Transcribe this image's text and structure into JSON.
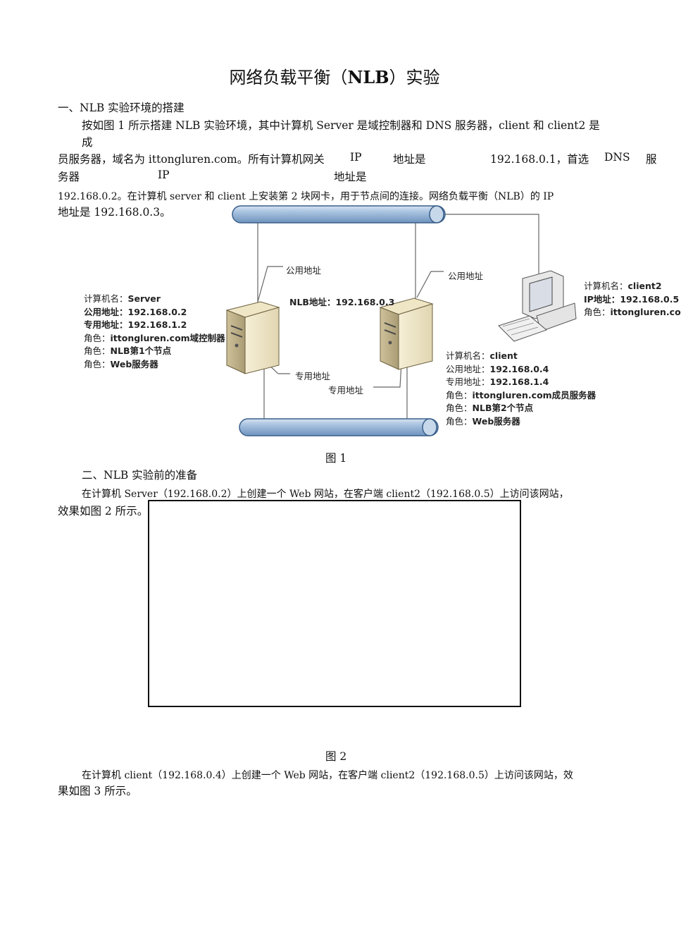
{
  "doc": {
    "title_prefix": "网络负载平衡（",
    "title_bold": "NLB",
    "title_suffix": "）实验",
    "section1_heading": "一、NLB  实验环境的搭建",
    "p1_line1": "按如图  1  所示搭建  NLB  实验环境，其中计算机  Server  是域控制器和  DNS  服务器，client  和  client2  是",
    "p1_line1b": "成",
    "p1_line2_a": "员服务器，域名为 ittongluren.com。所有计算机网关",
    "p1_line2_b": "IP",
    "p1_line2_c": "地址是",
    "p1_line2_d": "192.168.0.1，首选",
    "p1_line2_e": "DNS",
    "p1_line2_f": "服",
    "p1_line3_a": "务器",
    "p1_line3_b": "IP",
    "p1_line3_c": "地址是",
    "p1_line4": "192.168.0.2。在计算机  server  和  client  上安装第  2  块网卡，用于节点间的连接。网络负载平衡（NLB）的  IP",
    "p1_line5": "地址是  192.168.0.3。",
    "fig1_caption": "图  1",
    "section2_heading": "二、NLB  实验前的准备",
    "p2_line1": "在计算机  Server（192.168.0.2）上创建一个  Web  网站，在客户端  client2（192.168.0.5）上访问该网站，",
    "p2_line2": "效果如图  2  所示。",
    "fig2_caption": "图  2",
    "p3_line1": "在计算机  client（192.168.0.4）上创建一个  Web  网站，在客户端  client2（192.168.0.5）上访问该网站，效",
    "p3_line2": "果如图  3  所示。"
  },
  "diagram": {
    "public_addr_label_left": "公用地址",
    "public_addr_label_right": "公用地址",
    "private_addr_label_left": "专用地址",
    "private_addr_label_right": "专用地址",
    "nlb_addr_key": "NLB地址：",
    "nlb_addr_val": "192.168.0.3",
    "server": {
      "l1k": "计算机名：",
      "l1v": "Server",
      "l2k": "公用地址：",
      "l2v": "192.168.0.2",
      "l3k": "专用地址：",
      "l3v": "192.168.1.2",
      "l4k": "角色：",
      "l4v": "ittongluren.com域控制器",
      "l5k": "角色：",
      "l5v": "NLB第1个节点",
      "l6k": "角色：",
      "l6v": "Web服务器"
    },
    "client": {
      "l1k": "计算机名：",
      "l1v": "client",
      "l2k": "公用地址：",
      "l2v": "192.168.0.4",
      "l3k": "专用地址：",
      "l3v": "192.168.1.4",
      "l4k": "角色：",
      "l4v": "ittongluren.com成员服务器",
      "l5k": "角色：",
      "l5v": "NLB第2个节点",
      "l6k": "角色：",
      "l6v": "Web服务器"
    },
    "client2": {
      "l1k": "计算机名：",
      "l1v": "client2",
      "l2k": "IP地址：",
      "l2v": "192.168.0.5",
      "l3k": "角色：",
      "l3v": "ittongluren.co"
    }
  }
}
